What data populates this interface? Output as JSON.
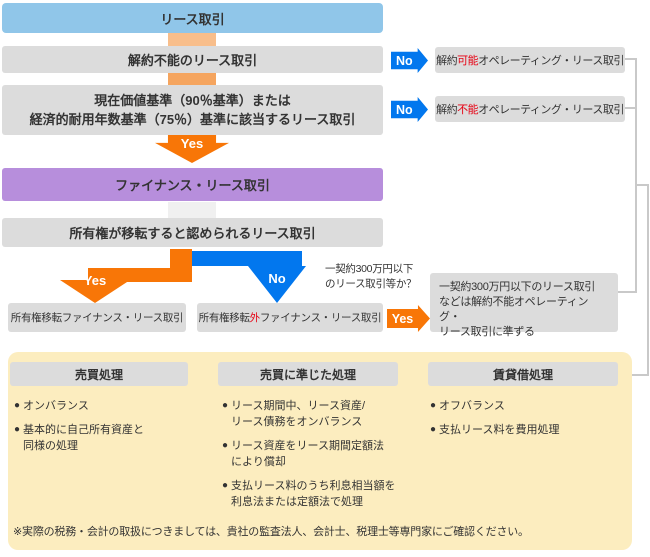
{
  "labels": {
    "yes": "Yes",
    "no": "No"
  },
  "flow": {
    "lease": "リース取引",
    "noncancellable": "解約不能のリース取引",
    "criteria_line1": "現在価値基準（90％基準）または",
    "criteria_line2": "経済的耐用年数基準（75％）基準に該当するリース取引",
    "finance": "ファイナンス・リース取引",
    "ownership_transfer_test": "所有権が移転すると認められるリース取引",
    "transfer_finance": "所有権移転ファイナンス・リース取引",
    "nontransfer_finance": {
      "pre": "所有権移転",
      "red": "外",
      "post": "ファイナンス・リース取引"
    },
    "op_cancellable": {
      "pre": "解約",
      "red": "可能",
      "post": "オペレーティング・リース取引"
    },
    "op_noncancellable": {
      "pre": "解約",
      "red": "不能",
      "post": "オペレーティング・リース取引"
    },
    "question": {
      "line1": "一契約300万円以下",
      "line2": "のリース取引等か？"
    },
    "small_lease_note": {
      "line1": "一契約300万円以下のリース取引",
      "line2": "などは解約不能オペレーティング・",
      "line3": "リース取引に準ずる"
    }
  },
  "panel": {
    "bullet_glyph": "●",
    "columns": [
      {
        "header": "売買処理",
        "bullets": [
          {
            "line1": "オンバランス",
            "line2": ""
          },
          {
            "line1": "基本的に自己所有資産と",
            "line2": "同様の処理"
          }
        ]
      },
      {
        "header": "売買に準じた処理",
        "bullets": [
          {
            "line1": "リース期間中、リース資産/",
            "line2": "リース債務をオンバランス"
          },
          {
            "line1": "リース資産をリース期間定額法",
            "line2": "により償却"
          },
          {
            "line1": "支払リース料のうち利息相当額を",
            "line2": "利息法または定額法で処理"
          }
        ]
      },
      {
        "header": "賃貸借処理",
        "bullets": [
          {
            "line1": "オフバランス",
            "line2": ""
          },
          {
            "line1": "支払リース料を費用処理",
            "line2": ""
          }
        ]
      }
    ],
    "note": "※実際の税務・会計の取扱につきましては、貴社の監査法人、会計士、税理士等専門家にご確認ください。"
  },
  "colors": {
    "header_blue": "#90c6e9",
    "box_gray": "#dcdcdc",
    "finance_purple": "#b78edc",
    "flow_orange": "#f87607",
    "flow_blue": "#0277ee",
    "connector_orange_light": "#f8be8b",
    "connector_orange": "#f5a55f",
    "panel_yellow": "#fcedbf",
    "accent_red": "#e60012",
    "line_gray": "#c9c9c9"
  }
}
